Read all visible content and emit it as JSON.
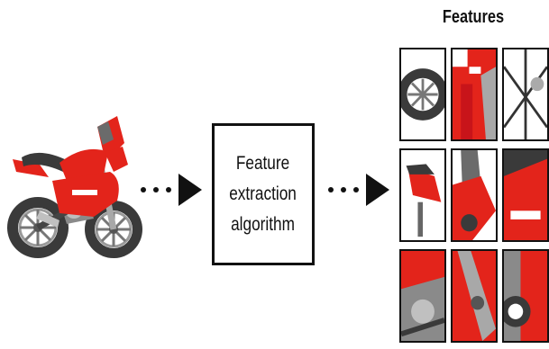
{
  "diagram": {
    "features_title": "Features",
    "algorithm_box_text": "Feature\nextraction\nalgorithm"
  },
  "icons": {
    "input_image": "motorcycle-illustration",
    "arrows": "dotted-arrow-icon",
    "feature_tiles": "motorcycle-feature-crop"
  },
  "colors": {
    "motorcycle_red": "#e3241b",
    "tire_dark": "#3a3a3a",
    "metal_gray": "#a8a8a8",
    "outline": "#111111"
  }
}
